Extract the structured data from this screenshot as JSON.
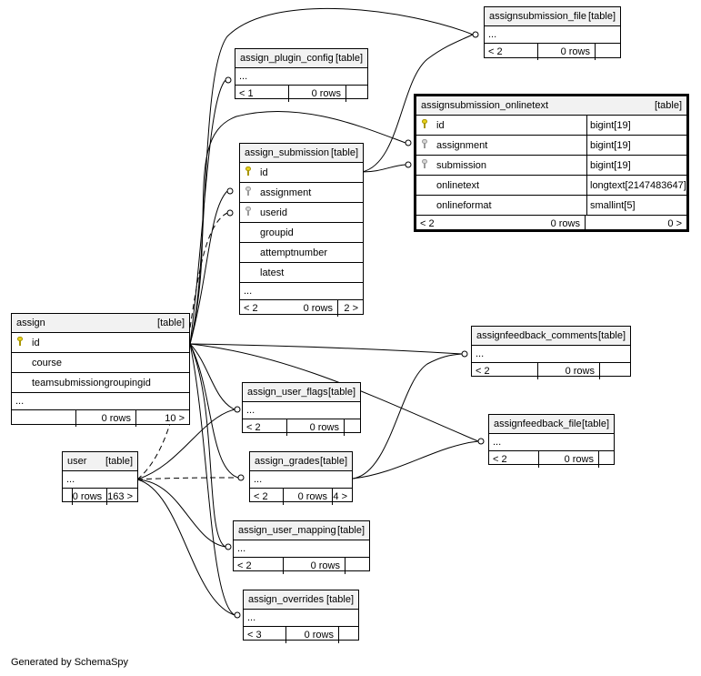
{
  "footer_text": "Generated by SchemaSpy",
  "colors": {
    "primary_key": "#e8d21a",
    "foreign_key": "#d7d7d7",
    "header_bg": "#f2f2f2"
  },
  "tables": {
    "assignsubmission_file": {
      "name": "assignsubmission_file",
      "kind": "[table]",
      "more": "...",
      "parents": "< 2",
      "rows": "0 rows",
      "children": ""
    },
    "assign_plugin_config": {
      "name": "assign_plugin_config",
      "kind": "[table]",
      "more": "...",
      "parents": "< 1",
      "rows": "0 rows",
      "children": ""
    },
    "assignsubmission_onlinetext": {
      "name": "assignsubmission_onlinetext",
      "kind": "[table]",
      "columns": [
        {
          "name": "id",
          "type": "bigint[19]",
          "key": "primary-key-icon"
        },
        {
          "name": "assignment",
          "type": "bigint[19]",
          "key": "foreign-key-icon"
        },
        {
          "name": "submission",
          "type": "bigint[19]",
          "key": "foreign-key-icon"
        },
        {
          "name": "onlinetext",
          "type": "longtext[2147483647]",
          "key": ""
        },
        {
          "name": "onlineformat",
          "type": "smallint[5]",
          "key": ""
        }
      ],
      "parents": "< 2",
      "rows": "0 rows",
      "children": "0 >"
    },
    "assign_submission": {
      "name": "assign_submission",
      "kind": "[table]",
      "columns": [
        {
          "name": "id",
          "key": "primary-key-icon"
        },
        {
          "name": "assignment",
          "key": "foreign-key-icon"
        },
        {
          "name": "userid",
          "key": "foreign-key-icon"
        },
        {
          "name": "groupid",
          "key": ""
        },
        {
          "name": "attemptnumber",
          "key": ""
        },
        {
          "name": "latest",
          "key": ""
        }
      ],
      "more": "...",
      "parents": "< 2",
      "rows": "0 rows",
      "children": "2 >"
    },
    "assign": {
      "name": "assign",
      "kind": "[table]",
      "columns": [
        {
          "name": "id",
          "key": "primary-key-icon"
        },
        {
          "name": "course",
          "key": ""
        },
        {
          "name": "teamsubmissiongroupingid",
          "key": ""
        }
      ],
      "more": "...",
      "parents": "",
      "rows": "0 rows",
      "children": "10 >"
    },
    "assignfeedback_comments": {
      "name": "assignfeedback_comments",
      "kind": "[table]",
      "more": "...",
      "parents": "< 2",
      "rows": "0 rows",
      "children": ""
    },
    "assign_user_flags": {
      "name": "assign_user_flags",
      "kind": "[table]",
      "more": "...",
      "parents": "< 2",
      "rows": "0 rows",
      "children": ""
    },
    "assignfeedback_file": {
      "name": "assignfeedback_file",
      "kind": "[table]",
      "more": "...",
      "parents": "< 2",
      "rows": "0 rows",
      "children": ""
    },
    "user": {
      "name": "user",
      "kind": "[table]",
      "more": "...",
      "parents": "",
      "rows": "0 rows",
      "children": "163 >"
    },
    "assign_grades": {
      "name": "assign_grades",
      "kind": "[table]",
      "more": "...",
      "parents": "< 2",
      "rows": "0 rows",
      "children": "4 >"
    },
    "assign_user_mapping": {
      "name": "assign_user_mapping",
      "kind": "[table]",
      "more": "...",
      "parents": "< 2",
      "rows": "0 rows",
      "children": ""
    },
    "assign_overrides": {
      "name": "assign_overrides",
      "kind": "[table]",
      "more": "...",
      "parents": "< 3",
      "rows": "0 rows",
      "children": ""
    }
  }
}
